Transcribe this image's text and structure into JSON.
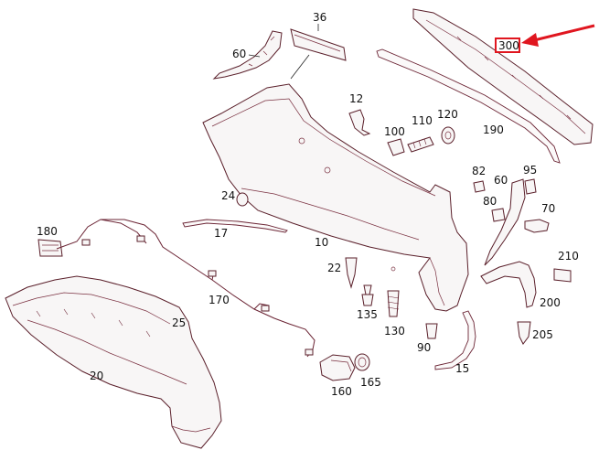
{
  "diagram": {
    "callouts": [
      {
        "id": "36",
        "text": "36"
      },
      {
        "id": "60a",
        "text": "60"
      },
      {
        "id": "300",
        "text": "300"
      },
      {
        "id": "12",
        "text": "12"
      },
      {
        "id": "100",
        "text": "100"
      },
      {
        "id": "110",
        "text": "110"
      },
      {
        "id": "120",
        "text": "120"
      },
      {
        "id": "190",
        "text": "190"
      },
      {
        "id": "82",
        "text": "82"
      },
      {
        "id": "60b",
        "text": "60"
      },
      {
        "id": "95",
        "text": "95"
      },
      {
        "id": "80",
        "text": "80"
      },
      {
        "id": "70",
        "text": "70"
      },
      {
        "id": "24",
        "text": "24"
      },
      {
        "id": "180",
        "text": "180"
      },
      {
        "id": "17",
        "text": "17"
      },
      {
        "id": "10",
        "text": "10"
      },
      {
        "id": "210",
        "text": "210"
      },
      {
        "id": "22",
        "text": "22"
      },
      {
        "id": "170",
        "text": "170"
      },
      {
        "id": "200",
        "text": "200"
      },
      {
        "id": "135",
        "text": "135"
      },
      {
        "id": "25",
        "text": "25"
      },
      {
        "id": "130",
        "text": "130"
      },
      {
        "id": "205",
        "text": "205"
      },
      {
        "id": "90",
        "text": "90"
      },
      {
        "id": "20",
        "text": "20"
      },
      {
        "id": "15",
        "text": "15"
      },
      {
        "id": "160",
        "text": "160"
      },
      {
        "id": "165",
        "text": "165"
      }
    ],
    "highlight": {
      "part": "300",
      "color": "#e0161f"
    },
    "colors": {
      "line": "#6b2434",
      "highlight": "#e0161f",
      "background": "#ffffff"
    }
  }
}
